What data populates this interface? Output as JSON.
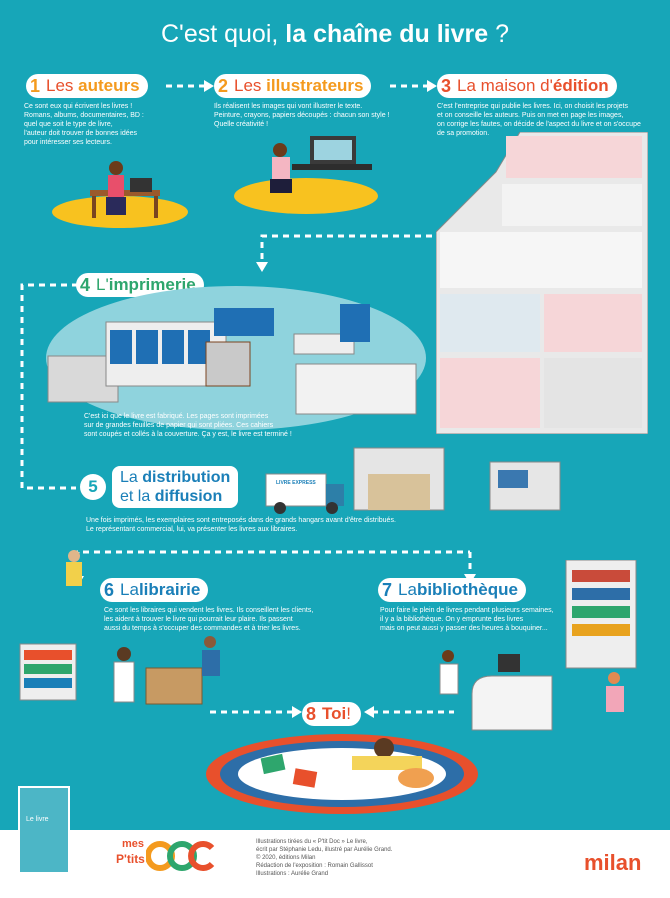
{
  "title": {
    "regular": "C'est quoi, ",
    "bold": "la chaîne du livre",
    "end": " ?"
  },
  "steps": {
    "s1": {
      "num": "1",
      "pre": "Les ",
      "bold": "auteurs",
      "post": "",
      "desc": [
        "Ce sont eux qui écrivent les livres !",
        "Romans, albums, documentaires, BD :",
        "quel que soit le type de livre,",
        "l'auteur doit trouver de bonnes idées",
        "pour intéresser ses lecteurs."
      ]
    },
    "s2": {
      "num": "2",
      "pre": "Les ",
      "bold": "illustrateurs",
      "post": "",
      "desc": [
        "Ils réalisent les images qui vont illustrer le texte.",
        "Peinture, crayons, papiers découpés : chacun son style !",
        "Quelle créativité !"
      ]
    },
    "s3": {
      "num": "3",
      "pre": "La maison d'",
      "bold": "édition",
      "post": "",
      "desc": [
        "C'est l'entreprise qui publie les livres. Ici, on choisit les projets",
        "et on conseille les auteurs. Puis on met en page les images,",
        "on corrige les fautes, on décide de l'aspect du livre et on s'occupe",
        "de sa promotion."
      ]
    },
    "s4": {
      "num": "4",
      "pre": "L'",
      "bold": "imprimerie",
      "post": "",
      "desc": [
        "C'est ici que le livre est fabriqué. Les pages sont imprimées",
        "sur de grandes feuilles de papier qui sont pliées. Ces cahiers",
        "sont coupés et collés à la couverture. Ça y est, le livre est terminé !"
      ]
    },
    "s5": {
      "num": "5",
      "line1_pre": "La ",
      "line1_bold": "distribution",
      "line2_pre": "et la ",
      "line2_bold": "diffusion",
      "desc": [
        "Une fois imprimés, les exemplaires sont entreposés dans de grands hangars avant d'être distribués.",
        "Le représentant commercial, lui, va présenter les livres aux libraires."
      ]
    },
    "s6": {
      "num": "6",
      "pre": "La ",
      "bold": "librairie",
      "post": "",
      "desc": [
        "Ce sont les libraires qui vendent les livres. Ils conseillent les clients,",
        "les aident à trouver le livre qui pourrait leur plaire. Ils passent",
        "aussi du temps à s'occuper des commandes et à trier les livres."
      ]
    },
    "s7": {
      "num": "7",
      "pre": "La ",
      "bold": "bibliothèque",
      "post": "",
      "desc": [
        "Pour faire le plein de livres pendant plusieurs semaines,",
        "il y a la bibliothèque. On y emprunte des livres",
        "mais on peut aussi y passer des heures à bouquiner..."
      ]
    },
    "s8": {
      "num": "8",
      "bold": "Toi",
      "post": " !"
    }
  },
  "truck_label": "LIVRE EXPRESS",
  "brand": {
    "mes": "mes",
    "ptits": "P'tits",
    "doc": "doc"
  },
  "cover_label": "Le livre",
  "credits": [
    "Illustrations tirées du « P'tit Doc » Le livre,",
    "écrit par Stéphanie Ledu, illustré par Aurélie Grand.",
    "© 2020, éditions Milan",
    "Rédaction de l'exposition : Romain Gallissot",
    "Illustrations : Aurélie Grand"
  ],
  "publisher": "milan",
  "colors": {
    "background": "#17a6b8",
    "orange": "#f49a1e",
    "red": "#e8502c",
    "blue": "#1a7fb8",
    "green": "#2ea66d"
  }
}
